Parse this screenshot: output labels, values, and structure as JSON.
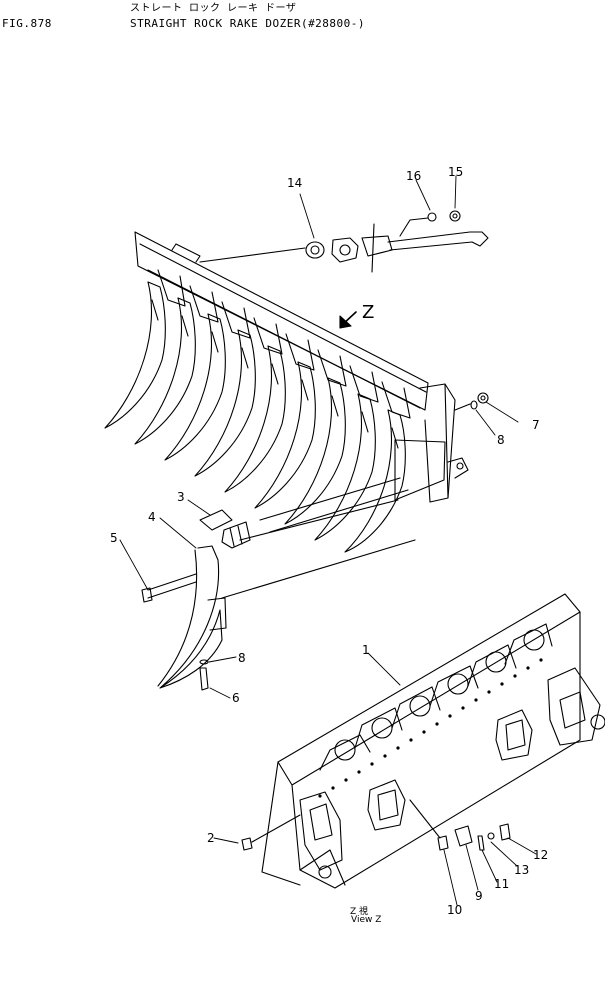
{
  "header": {
    "fig": "FIG.878",
    "jp_title": "ストレート ロック レーキ ドーザ",
    "title": "STRAIGHT ROCK RAKE DOZER(#28800-)"
  },
  "view": {
    "marker": "Z",
    "caption_jp": "Z  視",
    "caption_en": "View Z"
  },
  "callouts": [
    "1",
    "2",
    "3",
    "4",
    "5",
    "6",
    "7",
    "8",
    "8",
    "9",
    "10",
    "11",
    "12",
    "13",
    "14",
    "15",
    "16"
  ]
}
